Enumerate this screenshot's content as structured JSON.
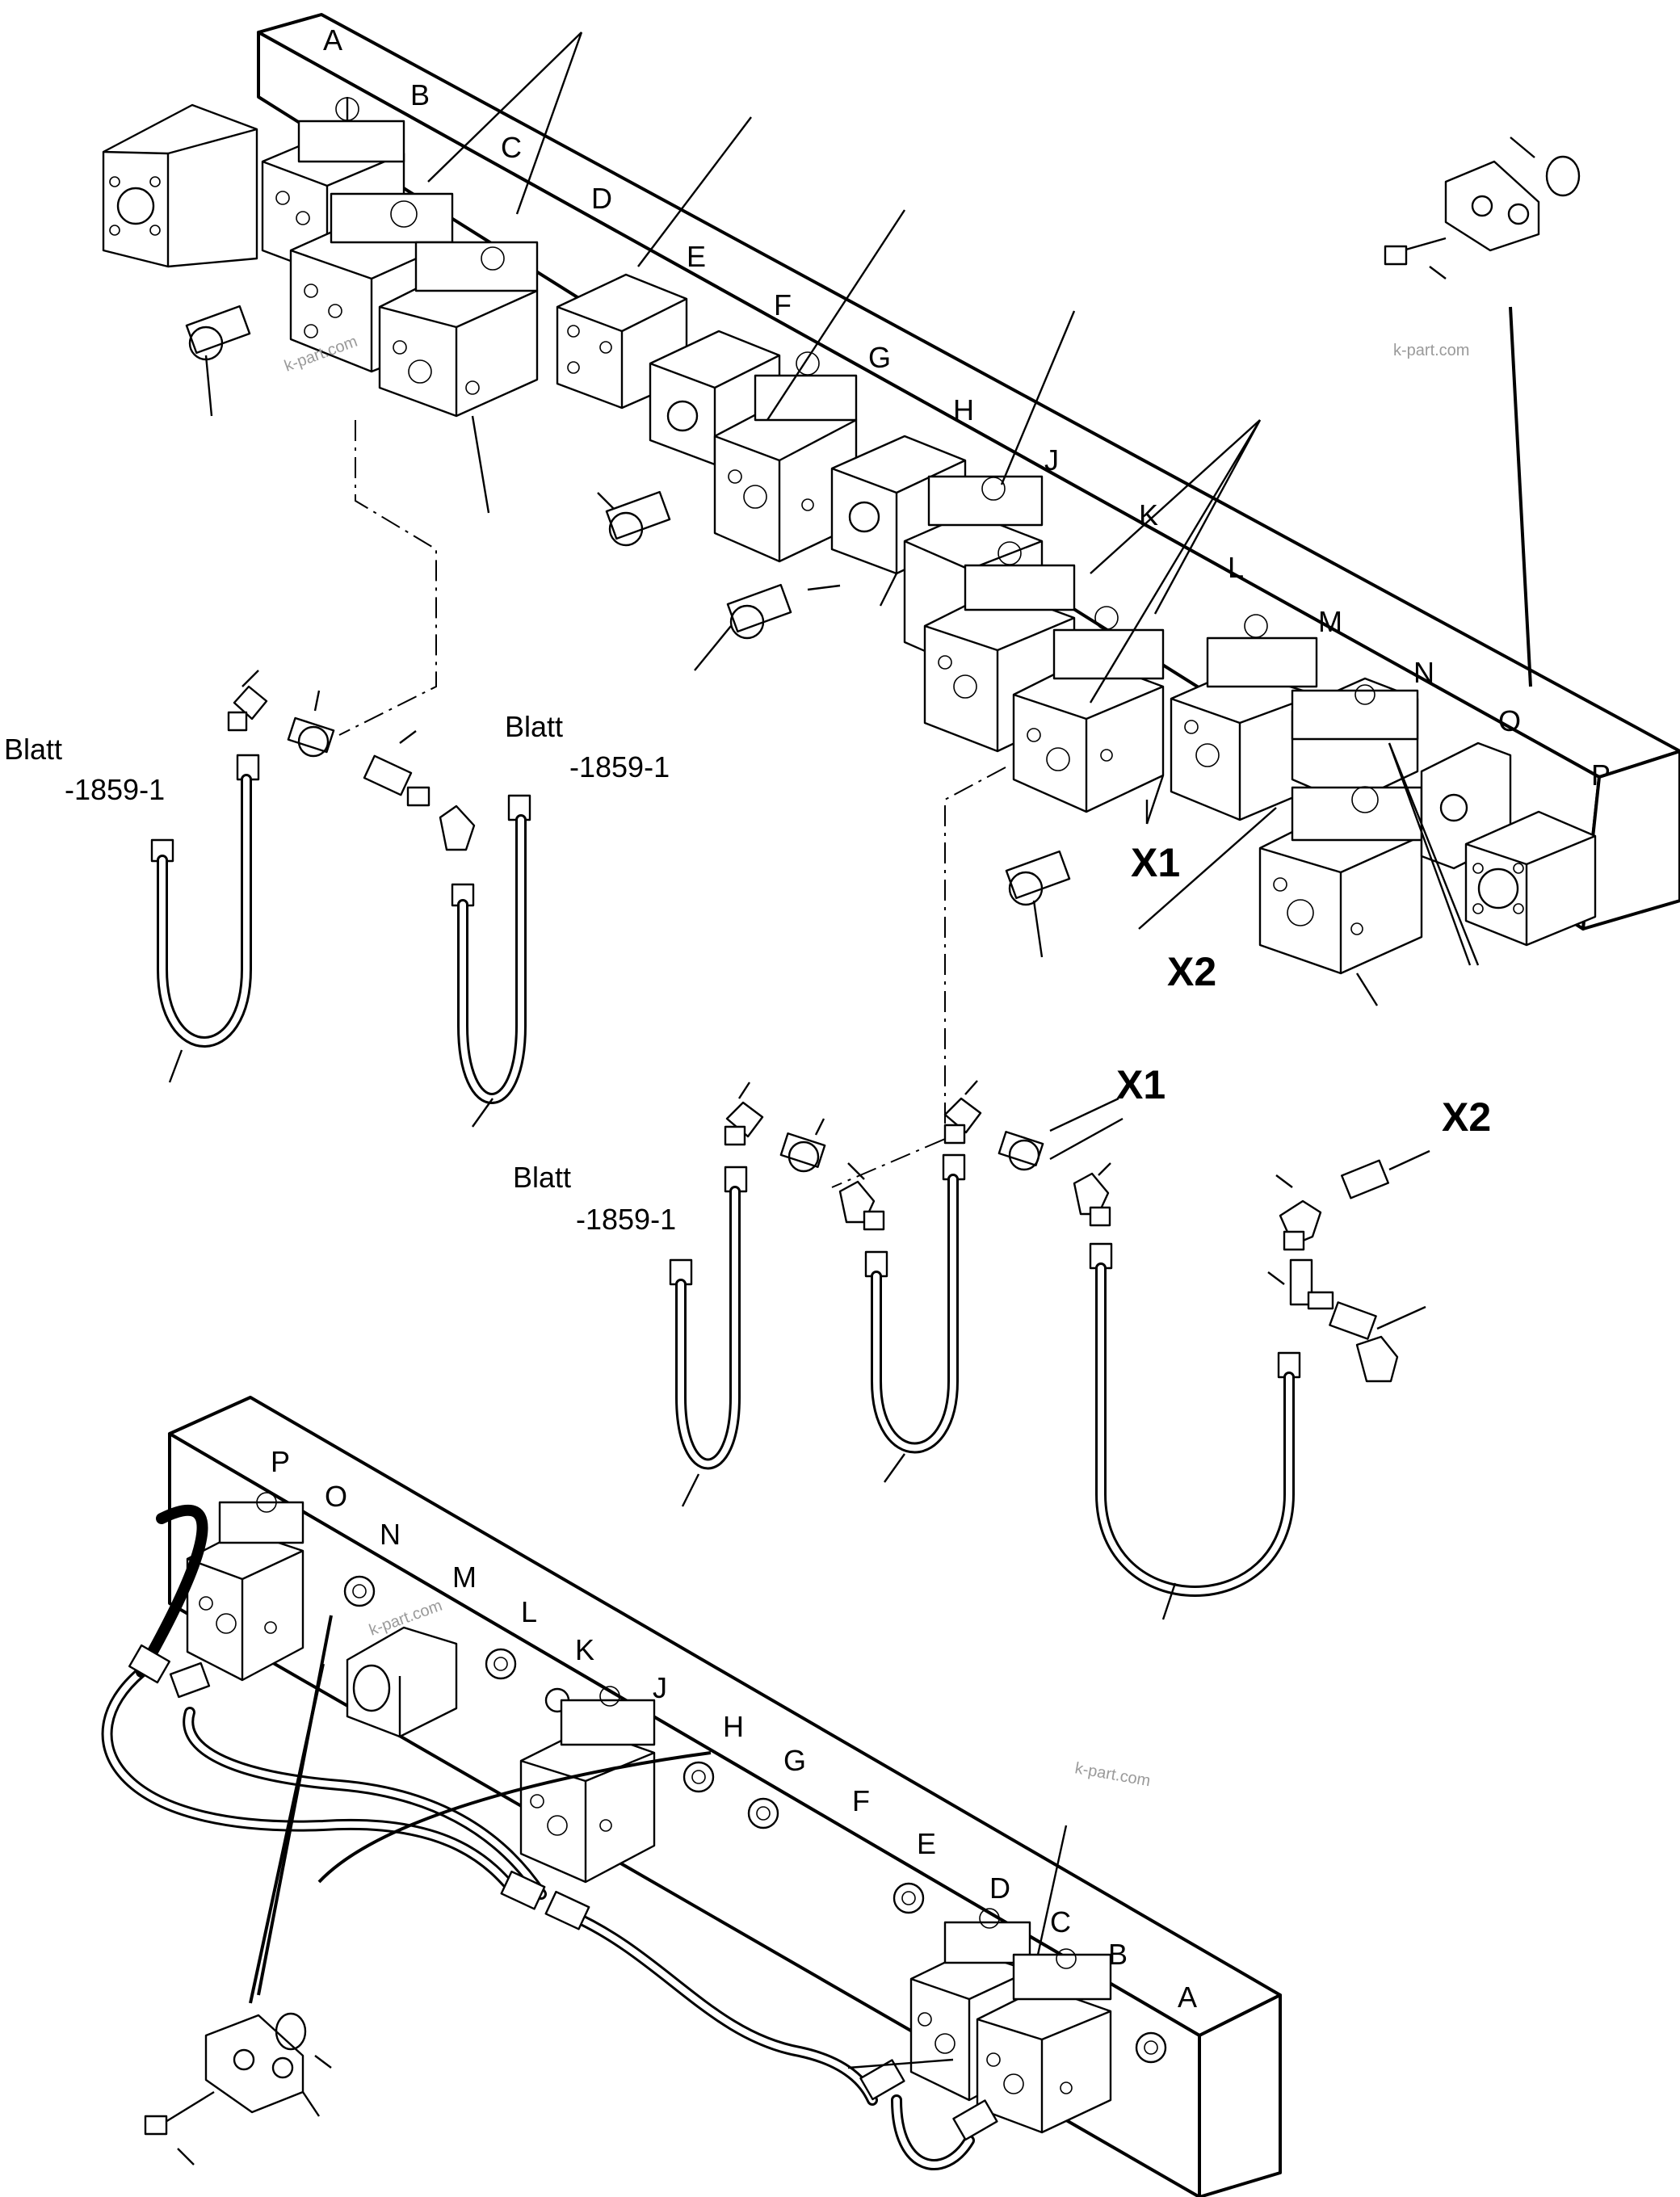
{
  "watermark": "k-part.com",
  "sheet_refs": [
    {
      "word": "Blatt",
      "number": "-1859-1"
    },
    {
      "word": "Blatt",
      "number": "-1859-1"
    },
    {
      "word": "Blatt",
      "number": "-1859-1"
    }
  ],
  "connections": {
    "x1": "X1",
    "x2": "X2"
  },
  "top_manifold": {
    "section_letters": [
      "A",
      "B",
      "C",
      "D",
      "E",
      "F",
      "G",
      "H",
      "J",
      "K",
      "L",
      "M",
      "N",
      "O",
      "P"
    ]
  },
  "bottom_manifold": {
    "section_letters": [
      "P",
      "O",
      "N",
      "M",
      "L",
      "K",
      "J",
      "H",
      "G",
      "F",
      "E",
      "D",
      "C",
      "B",
      "A"
    ]
  }
}
